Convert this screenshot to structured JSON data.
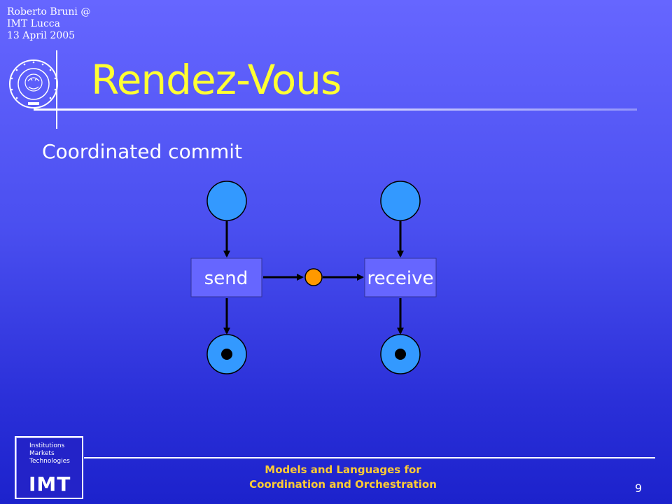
{
  "header": {
    "author": "Roberto Bruni @",
    "venue": "IMT Lucca",
    "date": "13 April 2005"
  },
  "slide": {
    "title": "Rendez-Vous",
    "subtitle": "Coordinated commit"
  },
  "diagram": {
    "transitions": [
      "send",
      "receive"
    ],
    "place_colors": {
      "place": "#3399ff",
      "channel": "#ff9900",
      "outline": "#000000",
      "transition_fill": "#6666ff"
    }
  },
  "logo": {
    "lines": [
      "Institutions",
      "Markets",
      "Technologies"
    ],
    "acronym": "IMT"
  },
  "footer": {
    "line1": "Models and Languages for",
    "line2": "Coordination and Orchestration",
    "page_number": "9"
  }
}
